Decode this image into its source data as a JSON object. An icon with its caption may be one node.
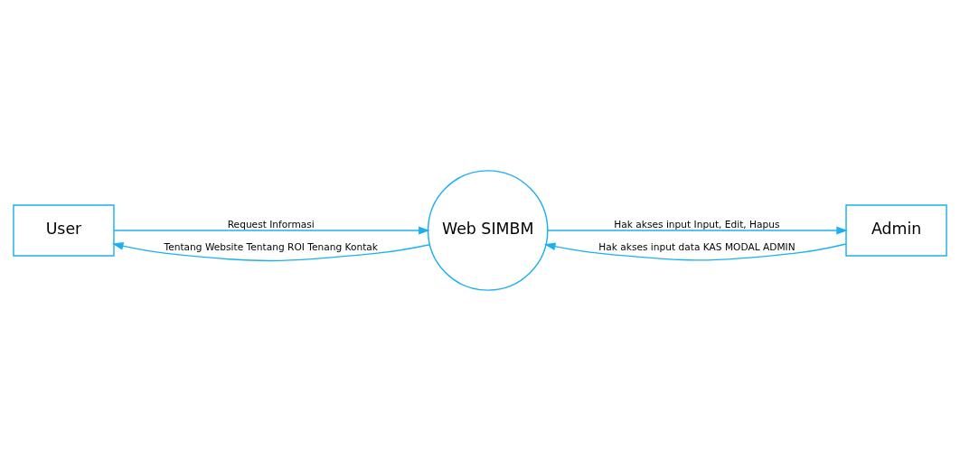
{
  "diagram": {
    "nodes": [
      {
        "text": [
          "User"
        ]
      },
      {
        "text": [
          "Web SIMBM"
        ]
      },
      {
        "text": [
          "Admin"
        ]
      }
    ],
    "edges": [
      {
        "from": 0,
        "to": 1,
        "arrow": "to",
        "label": "Request Informasi"
      },
      {
        "from": 1,
        "to": 0,
        "arrow": "to",
        "label": "Tentang Website Tentang ROI Tenang Kontak"
      },
      {
        "from": 1,
        "to": 2,
        "arrow": "to",
        "label": "Hak akses input Input, Edit, Hapus"
      },
      {
        "from": 2,
        "to": 1,
        "arrow": "to",
        "label": "Hak akses input data KAS MODAL ADMIN"
      }
    ]
  }
}
